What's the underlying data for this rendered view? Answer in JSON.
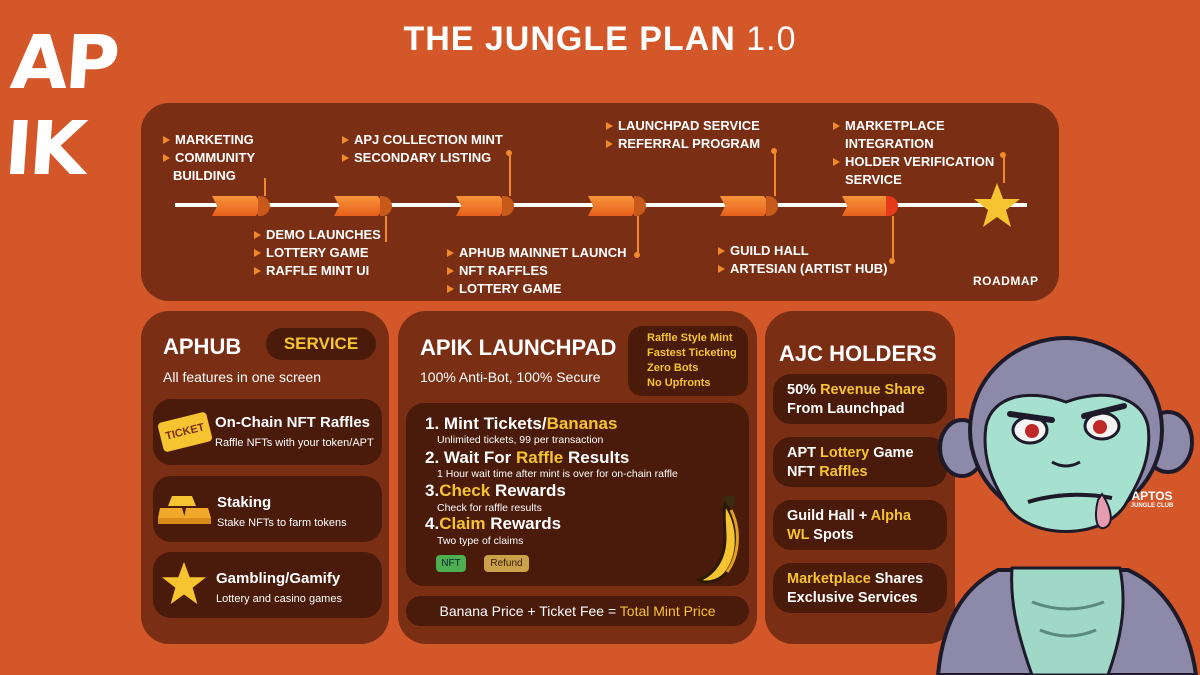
{
  "logo": {
    "line1": "AP",
    "line2": "IK"
  },
  "header": {
    "title": "THE JUNGLE PLAN",
    "version": "1.0"
  },
  "roadmap": {
    "tag": "ROADMAP",
    "top_groups": [
      [
        "MARKETING",
        "COMMUNITY",
        "BUILDING"
      ],
      [
        "APJ COLLECTION MINT",
        "SECONDARY LISTING"
      ],
      [
        "LAUNCHPAD SERVICE",
        "REFERRAL PROGRAM"
      ],
      [
        "MARKETPLACE",
        "INTEGRATION",
        "HOLDER VERIFICATION",
        "SERVICE"
      ]
    ],
    "bottom_groups": [
      [
        "DEMO LAUNCHES",
        "LOTTERY GAME",
        "RAFFLE MINT UI"
      ],
      [
        "APHUB MAINNET LAUNCH",
        "NFT RAFFLES",
        "LOTTERY GAME"
      ],
      [
        "GUILD HALL",
        "ARTESIAN (ARTIST HUB)"
      ]
    ]
  },
  "aphub": {
    "title": "APHUB",
    "badge": "SERVICE",
    "subtitle": "All features in one screen",
    "features": [
      {
        "icon": "ticket-icon",
        "icon_text": "TICKET",
        "title": "On-Chain NFT Raffles",
        "desc": "Raffle NFTs with your token/APT"
      },
      {
        "icon": "gold-bars-icon",
        "title": "Staking",
        "desc": "Stake NFTs to farm tokens"
      },
      {
        "icon": "star-icon",
        "title": "Gambling/Gamify",
        "desc": "Lottery and casino games"
      }
    ]
  },
  "launchpad": {
    "title": "APIK LAUNCHPAD",
    "subtitle": "100% Anti-Bot, 100% Secure",
    "highlights": [
      "Raffle Style Mint",
      "Fastest Ticketing",
      "Zero Bots",
      "No Upfronts"
    ],
    "steps": [
      {
        "num": "1.",
        "a": "Mint Tickets/",
        "b": "Bananas",
        "c": "",
        "desc": "Unlimited tickets, 99 per transaction"
      },
      {
        "num": "2.",
        "a": "Wait For ",
        "b": "Raffle",
        "c": " Results",
        "desc": "1 Hour wait time after mint is over for on-chain raffle"
      },
      {
        "num": "3.",
        "a": "",
        "b": "Check",
        "c": " Rewards",
        "desc": "Check for raffle results"
      },
      {
        "num": "4.",
        "a": "",
        "b": "Claim",
        "c": " Rewards",
        "desc": "Two type of claims"
      }
    ],
    "claim_types": [
      "NFT",
      "Refund"
    ],
    "formula": {
      "part1": "Banana Price + Ticket Fee = ",
      "total": "Total Mint Price"
    }
  },
  "ajc": {
    "title": "AJC HOLDERS",
    "items": [
      {
        "a": "50% ",
        "b": "Revenue Share",
        "c": " From Launchpad"
      },
      {
        "a": "APT ",
        "b": "Lottery",
        "c": " Game NFT ",
        "d": "Raffles"
      },
      {
        "a": "Guild Hall + ",
        "b": "Alpha WL",
        "c": " Spots"
      },
      {
        "a": "",
        "b": "Marketplace",
        "c": " Shares Exclusive Services"
      }
    ]
  },
  "brand": {
    "line1": "APTOS",
    "line2": "JUNGLE CLUB"
  },
  "colors": {
    "background": "#d4572a",
    "panel": "#7a2f14",
    "card": "#4a1a0a",
    "accent": "#f6c431",
    "orange": "#f08a2c"
  }
}
